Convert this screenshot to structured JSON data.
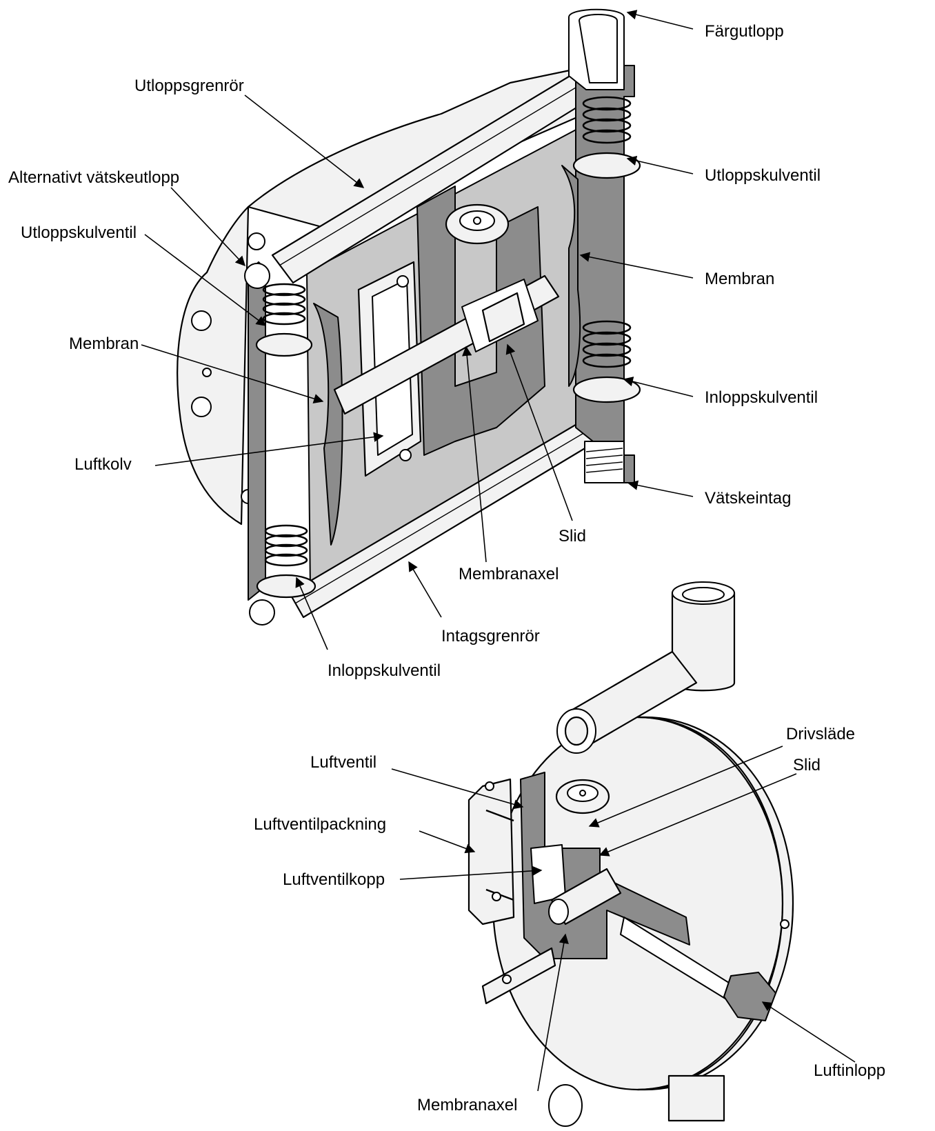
{
  "labels": {
    "fargutlopp": "Färgutlopp",
    "utloppsgrenror": "Utloppsgrenrör",
    "utloppskulventil_right": "Utloppskulventil",
    "alternativt_vatskeutlopp": "Alternativt vätskeutlopp",
    "utloppskulventil_left": "Utloppskulventil",
    "membran_right": "Membran",
    "membran_left": "Membran",
    "inloppskulventil_right": "Inloppskulventil",
    "luftkolv": "Luftkolv",
    "vatskeintag": "Vätskeintag",
    "slid_top": "Slid",
    "membranaxel_top": "Membranaxel",
    "intagsgrenror": "Intagsgrenrör",
    "inloppskulventil_bottom": "Inloppskulventil",
    "drivslade": "Drivsläde",
    "slid_bottom": "Slid",
    "luftventil": "Luftventil",
    "luftventilpackning": "Luftventilpackning",
    "luftventilkopp": "Luftventilkopp",
    "luftinlopp": "Luftinlopp",
    "membranaxel_bottom": "Membranaxel"
  },
  "colors": {
    "line": "#000000",
    "body_fill": "#f2f2f2",
    "section_fill": "#8c8c8c",
    "section_light": "#c8c8c8"
  }
}
